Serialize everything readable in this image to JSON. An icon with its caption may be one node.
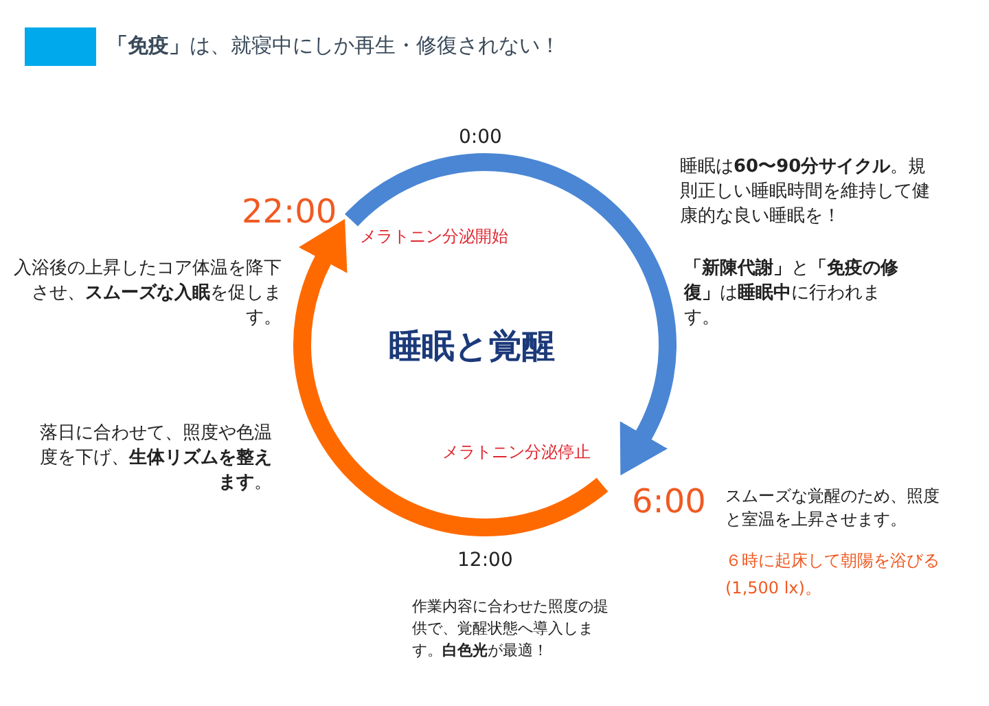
{
  "diagram": {
    "title": "**「免疫」**は、就寝中にしか再生・修復されない！",
    "nodes": [
      {
        "text": [
          "22:00"
        ]
      },
      {
        "text": [
          "6:00"
        ]
      }
    ],
    "edges": [
      {
        "from": 0,
        "to": 1,
        "arrow": "to",
        "color": "#4a86d4"
      },
      {
        "from": 1,
        "to": 0,
        "arrow": "to",
        "color": "#ff6a00"
      }
    ],
    "labels": [
      "0:00",
      "メラトニン分泌開始",
      "睡眠は**60〜90分サイクル**。規則正しい睡眠時間を維持して健康的な良い睡眠を！",
      "**「新陳代謝」**と**「免疫の修復」**は**睡眠中**に行われます。",
      "入浴後の上昇したコア体温を降下させ、**スムーズな入眠**を促します。",
      "睡眠と覚醒",
      "落日に合わせて、照度や色温度を下げ、**生体リズムを整えます**。",
      "メラトニン分泌停止",
      "スムーズな覚醒のため、照度と室温を上昇させます。",
      "６時に起床して朝陽を浴びる (1,500 lx)。",
      "12:00",
      "作業内容に合わせた照度の提供で、覚醒状態へ導入します。**白色光**が最適！"
    ]
  }
}
